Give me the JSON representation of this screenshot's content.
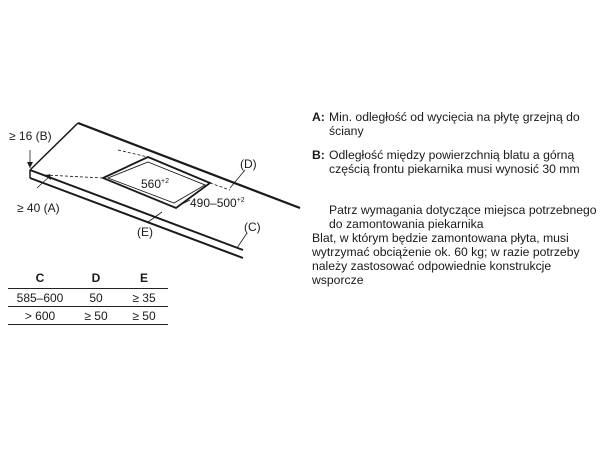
{
  "diagram": {
    "label_b_top": "≥ 16 (B)",
    "label_a_left": "≥ 40 (A)",
    "label_d": "(D)",
    "label_e": "(E)",
    "label_c": "(C)",
    "cutout_width": "560",
    "cutout_width_tol": "+2",
    "cutout_depth": "490–500",
    "cutout_depth_tol": "+2"
  },
  "table": {
    "headers": [
      "C",
      "D",
      "E"
    ],
    "rows": [
      [
        "585–600",
        "50",
        "≥ 35"
      ],
      [
        "> 600",
        "≥ 50",
        "≥ 50"
      ]
    ]
  },
  "notes": {
    "a_key": "A:",
    "a_text": "Min. odległość od wycięcia na płytę grzejną do ściany",
    "b_key": "B:",
    "b_text": "Odległość między powierzchnią blatu a górną częścią frontu piekarnika musi wynosić 30 mm",
    "c_text": "Patrz wymagania dotyczące miejsca potrzebnego do zamontowania piekarnika",
    "d_text": "Blat, w którym będzie zamontowana płyta, musi wytrzymać obciążenie ok. 60 kg; w razie potrzeby należy zastosować odpowiednie konstrukcje wsporcze"
  }
}
